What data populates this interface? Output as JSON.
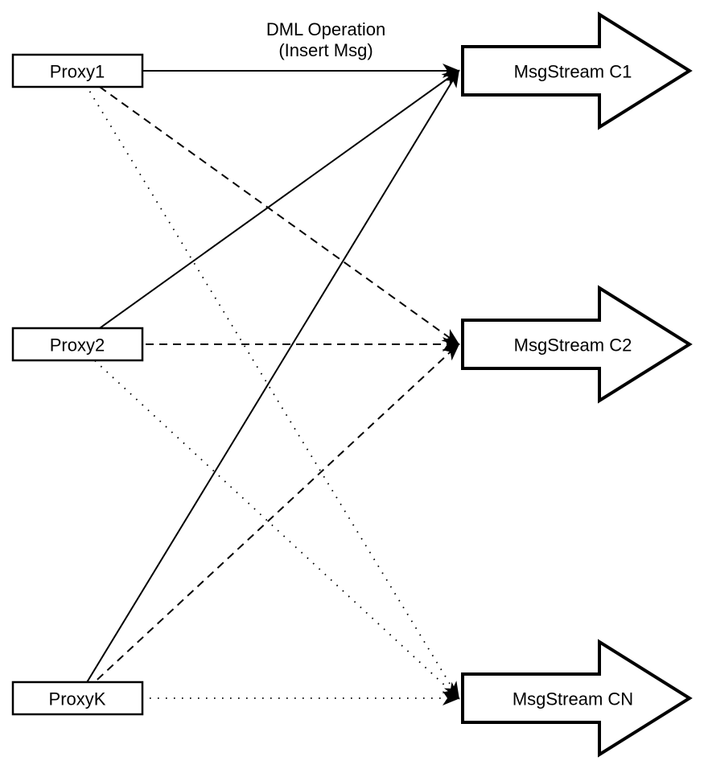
{
  "diagram": {
    "title_label": {
      "line1": "DML Operation",
      "line2": "(Insert Msg)"
    },
    "proxies": [
      {
        "id": "proxy1",
        "label": "Proxy1"
      },
      {
        "id": "proxy2",
        "label": "Proxy2"
      },
      {
        "id": "proxyk",
        "label": "ProxyK"
      }
    ],
    "streams": [
      {
        "id": "msgstream-c1",
        "label": "MsgStream C1"
      },
      {
        "id": "msgstream-c2",
        "label": "MsgStream C2"
      },
      {
        "id": "msgstream-cn",
        "label": "MsgStream CN"
      }
    ],
    "edges": [
      {
        "from": "Proxy1",
        "to": "MsgStream C1",
        "line_style": "solid",
        "arrowhead": "filled"
      },
      {
        "from": "Proxy2",
        "to": "MsgStream C1",
        "line_style": "solid",
        "arrowhead": "filled"
      },
      {
        "from": "ProxyK",
        "to": "MsgStream C1",
        "line_style": "solid",
        "arrowhead": "filled"
      },
      {
        "from": "Proxy1",
        "to": "MsgStream C2",
        "line_style": "dashed",
        "arrowhead": "filled"
      },
      {
        "from": "Proxy2",
        "to": "MsgStream C2",
        "line_style": "dashed",
        "arrowhead": "filled"
      },
      {
        "from": "ProxyK",
        "to": "MsgStream C2",
        "line_style": "dashed",
        "arrowhead": "filled"
      },
      {
        "from": "Proxy1",
        "to": "MsgStream CN",
        "line_style": "dotted",
        "arrowhead": "filled"
      },
      {
        "from": "Proxy2",
        "to": "MsgStream CN",
        "line_style": "dotted",
        "arrowhead": "filled"
      },
      {
        "from": "ProxyK",
        "to": "MsgStream CN",
        "line_style": "dotted",
        "arrowhead": "filled"
      }
    ],
    "colors": {
      "stroke": "#000000",
      "background": "#ffffff"
    }
  }
}
